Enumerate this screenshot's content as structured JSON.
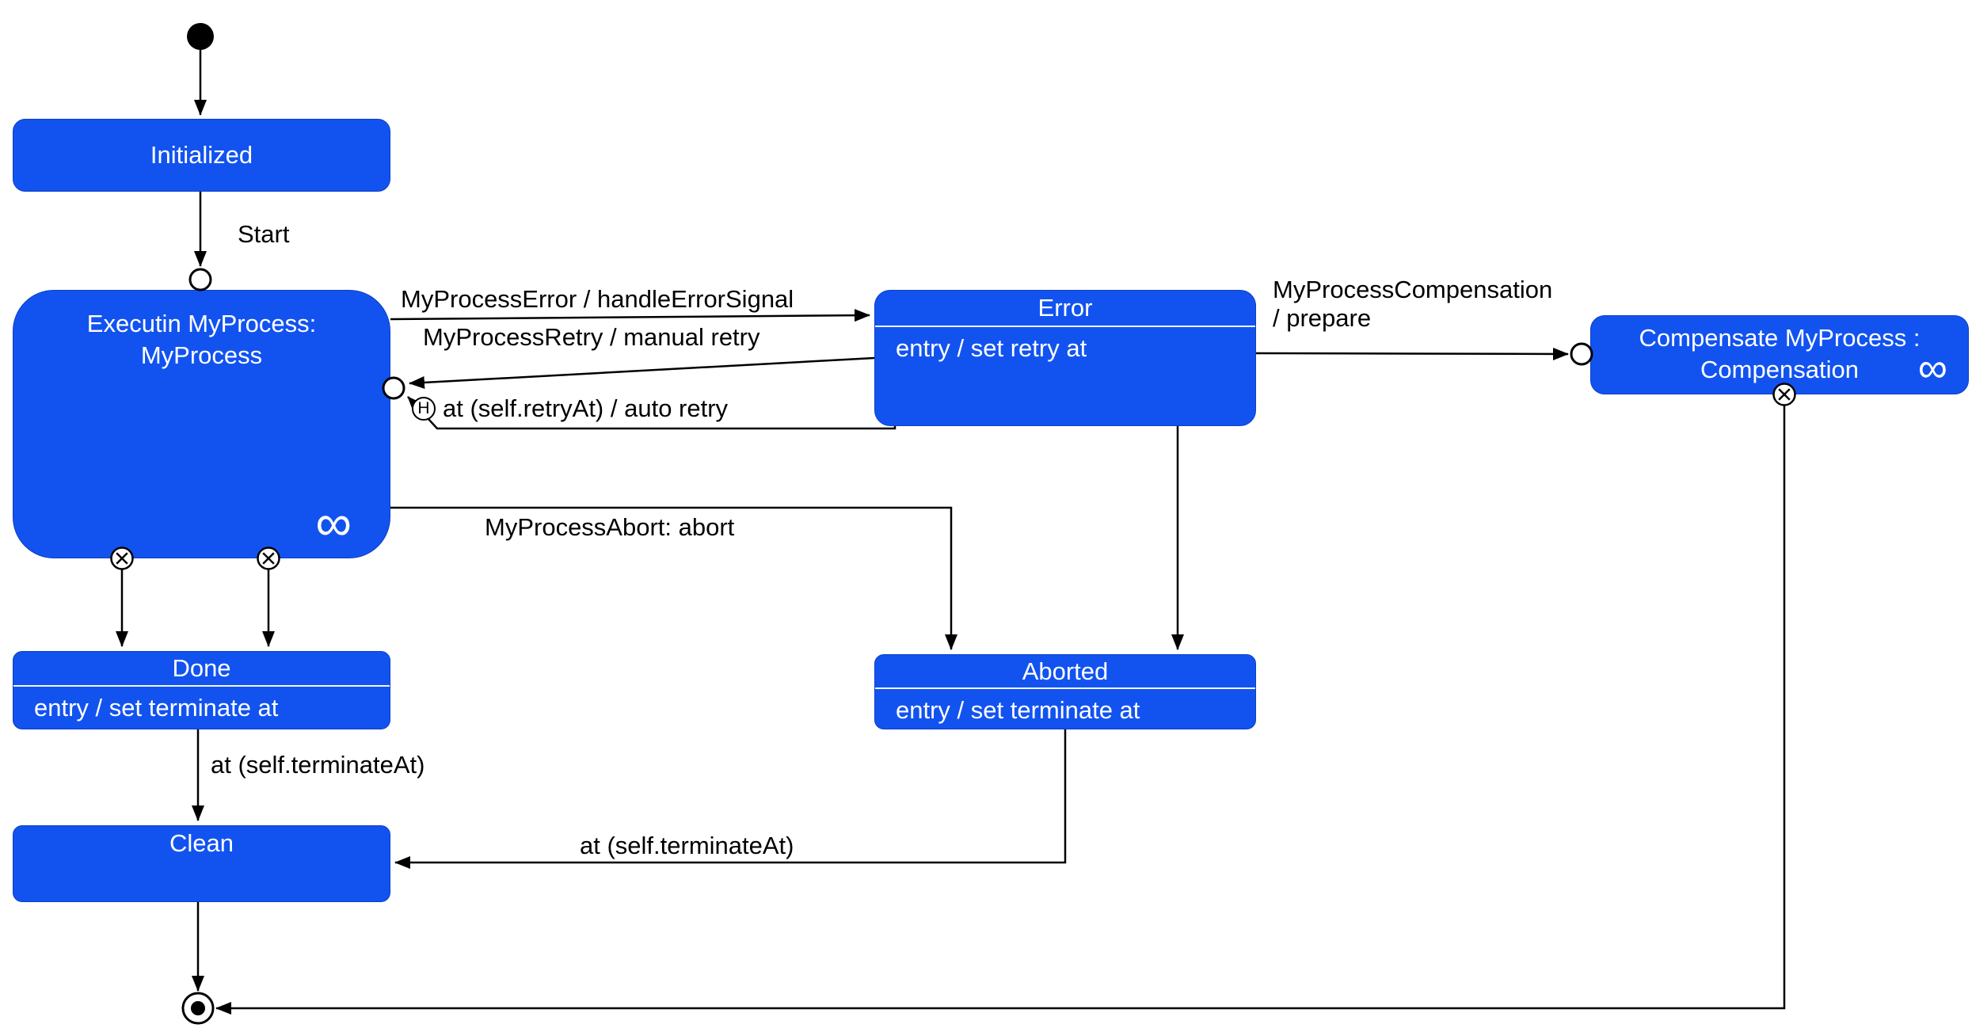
{
  "colors": {
    "state_fill": "#1253f0",
    "state_border": "#0c3fc4",
    "state_text": "#ffffff",
    "connector": "#000000"
  },
  "states": {
    "initialized": {
      "title": "Initialized"
    },
    "executing": {
      "title_line1": "Executin MyProcess:",
      "title_line2": "MyProcess",
      "infinity_icon": "∞"
    },
    "error": {
      "title": "Error",
      "body": "entry / set retry at"
    },
    "compensate": {
      "title_line1": "Compensate MyProcess :",
      "title_line2": "Compensation",
      "infinity_icon": "∞"
    },
    "done": {
      "title": "Done",
      "body": "entry / set terminate at"
    },
    "aborted": {
      "title": "Aborted",
      "body": "entry / set terminate at"
    },
    "clean": {
      "title": "Clean"
    }
  },
  "transitions": {
    "start": {
      "label": "Start"
    },
    "error_signal": {
      "label": "MyProcessError / handleErrorSignal"
    },
    "manual_retry": {
      "label": "MyProcessRetry / manual retry"
    },
    "auto_retry": {
      "label": "at (self.retryAt) / auto retry",
      "history_marker": "H"
    },
    "abort": {
      "label": "MyProcessAbort: abort"
    },
    "compensation": {
      "label_line1": "MyProcessCompensation",
      "label_line2": "/ prepare"
    },
    "done_to_clean": {
      "label": "at (self.terminateAt)"
    },
    "aborted_to_clean": {
      "label": "at (self.terminateAt)"
    }
  }
}
